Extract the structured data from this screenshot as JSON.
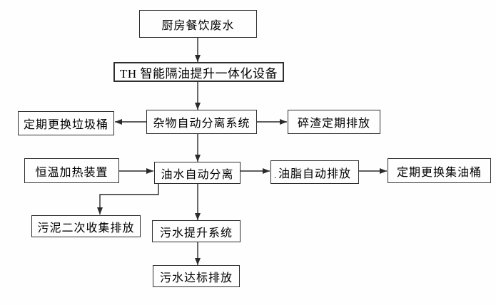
{
  "diagram": {
    "type": "flowchart",
    "language": "zh-CN"
  },
  "nodes": {
    "kitchen_wastewater": "厨房餐饮废水",
    "th_integrated_unit": "TH 智能隔油提升一体化设备",
    "debris_separation_system": "杂物自动分离系统",
    "replace_trash_bin": "定期更换垃圾桶",
    "residue_periodic_discharge": "碎渣定期排放",
    "thermostatic_heater": "恒温加热装置",
    "oil_water_separation": "油水自动分离",
    "grease_auto_discharge": "油脂自动排放",
    "replace_oil_barrel": "定期更换集油桶",
    "sludge_secondary_collection": "污泥二次收集排放",
    "sewage_lift_system": "污水提升系统",
    "sewage_standard_discharge": "污水达标排放",
    "grease_underline_dots": "....."
  },
  "edges": [
    {
      "from": "kitchen_wastewater",
      "to": "th_integrated_unit",
      "direction": "down"
    },
    {
      "from": "th_integrated_unit",
      "to": "debris_separation_system",
      "direction": "down"
    },
    {
      "from": "debris_separation_system",
      "to": "replace_trash_bin",
      "direction": "left"
    },
    {
      "from": "debris_separation_system",
      "to": "residue_periodic_discharge",
      "direction": "right"
    },
    {
      "from": "debris_separation_system",
      "to": "oil_water_separation",
      "direction": "down"
    },
    {
      "from": "thermostatic_heater",
      "to": "oil_water_separation",
      "direction": "right"
    },
    {
      "from": "oil_water_separation",
      "to": "grease_auto_discharge",
      "direction": "right"
    },
    {
      "from": "grease_auto_discharge",
      "to": "replace_oil_barrel",
      "direction": "right"
    },
    {
      "from": "oil_water_separation",
      "to": "sludge_secondary_collection",
      "direction": "down-left-elbow"
    },
    {
      "from": "oil_water_separation",
      "to": "sewage_lift_system",
      "direction": "down"
    },
    {
      "from": "sewage_lift_system",
      "to": "sewage_standard_discharge",
      "direction": "down"
    }
  ],
  "colors": {
    "background": "#fefefe",
    "box_border": "#2e2e2e",
    "line": "#2a2a2a",
    "text": "#000000"
  }
}
